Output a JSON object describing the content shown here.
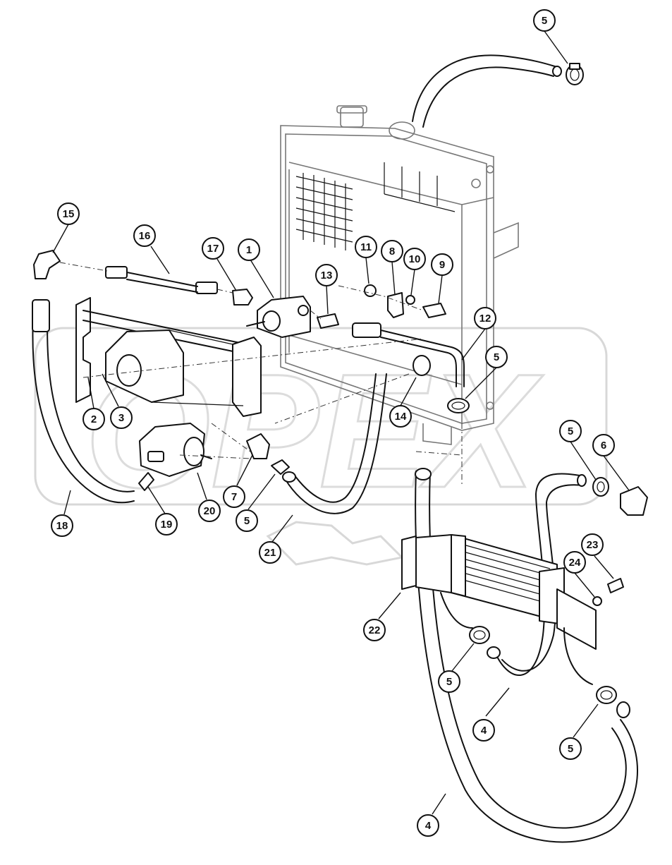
{
  "watermark": {
    "text": "OPEX"
  },
  "callouts": [
    {
      "id": "c1",
      "label": "1"
    },
    {
      "id": "c2",
      "label": "2"
    },
    {
      "id": "c3",
      "label": "3"
    },
    {
      "id": "c4a",
      "label": "4"
    },
    {
      "id": "c4b",
      "label": "4"
    },
    {
      "id": "c5a",
      "label": "5"
    },
    {
      "id": "c5b",
      "label": "5"
    },
    {
      "id": "c5c",
      "label": "5"
    },
    {
      "id": "c5d",
      "label": "5"
    },
    {
      "id": "c5e",
      "label": "5"
    },
    {
      "id": "c5f",
      "label": "5"
    },
    {
      "id": "c6",
      "label": "6"
    },
    {
      "id": "c7",
      "label": "7"
    },
    {
      "id": "c8",
      "label": "8"
    },
    {
      "id": "c9",
      "label": "9"
    },
    {
      "id": "c10",
      "label": "10"
    },
    {
      "id": "c11",
      "label": "11"
    },
    {
      "id": "c12",
      "label": "12"
    },
    {
      "id": "c13",
      "label": "13"
    },
    {
      "id": "c14",
      "label": "14"
    },
    {
      "id": "c15",
      "label": "15"
    },
    {
      "id": "c16",
      "label": "16"
    },
    {
      "id": "c17",
      "label": "17"
    },
    {
      "id": "c18",
      "label": "18"
    },
    {
      "id": "c19",
      "label": "19"
    },
    {
      "id": "c20",
      "label": "20"
    },
    {
      "id": "c21",
      "label": "21"
    },
    {
      "id": "c22",
      "label": "22"
    },
    {
      "id": "c23",
      "label": "23"
    },
    {
      "id": "c24",
      "label": "24"
    }
  ]
}
